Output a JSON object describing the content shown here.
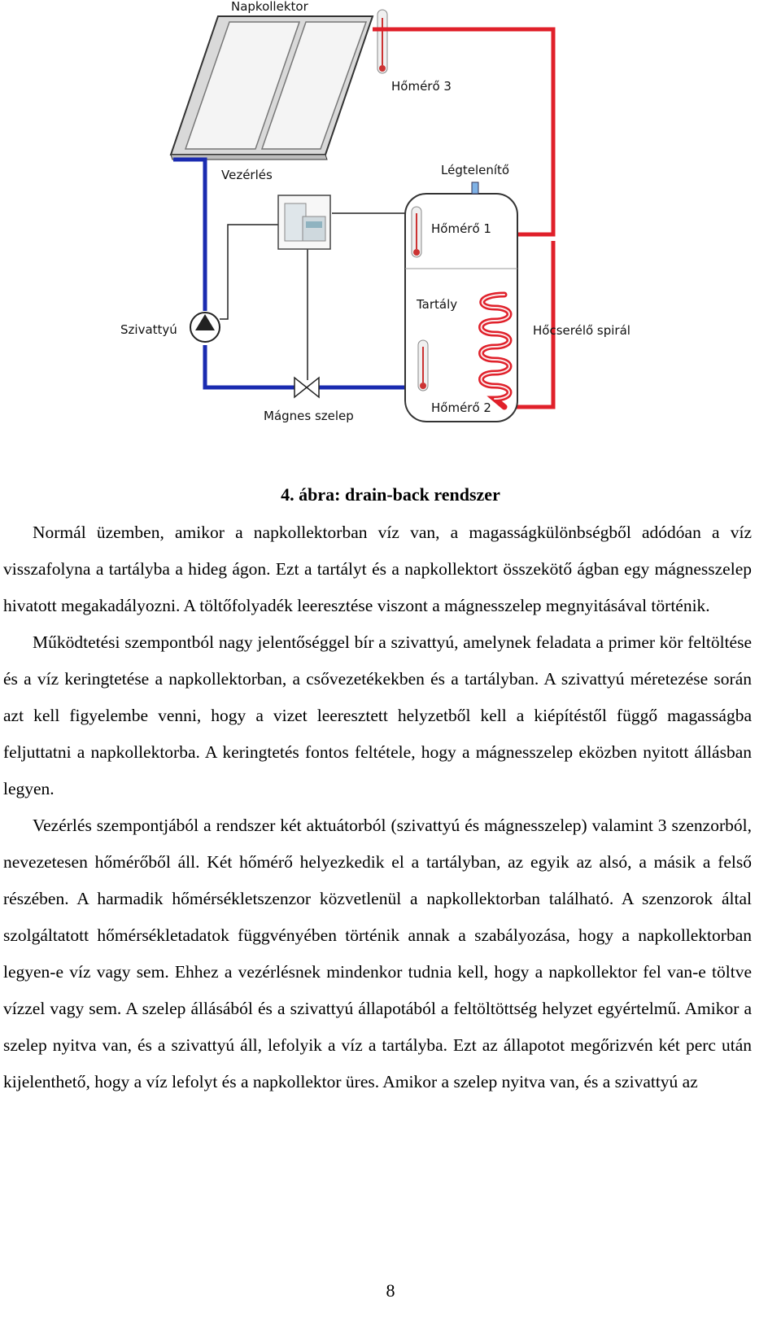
{
  "diagram": {
    "labels": {
      "collector": "Napkollektor",
      "thermometer3": "Hőmérő 3",
      "controller": "Vezérlés",
      "air_vent": "Légtelenítő",
      "thermometer1": "Hőmérő 1",
      "pump": "Szivattyú",
      "tank": "Tartály",
      "heat_coil": "Hőcserélő spirál",
      "thermometer2": "Hőmérő 2",
      "solenoid_valve": "Mágnes szelep"
    },
    "colors": {
      "hot_pipe": "#e0202a",
      "cold_pipe": "#1a2bb0"
    }
  },
  "caption": "4. ábra: drain-back rendszer",
  "paragraphs": [
    "Normál üzemben, amikor a napkollektorban víz van, a magasságkülönbségből adódóan a víz visszafolyna a tartályba a hideg ágon. Ezt a tartályt és a napkollektort összekötő ágban egy mágnesszelep hivatott megakadályozni. A töltőfolyadék leeresztése viszont a mágnesszelep megnyitásával történik.",
    "Működtetési szempontból nagy jelentőséggel bír a szivattyú, amelynek feladata a primer kör feltöltése és a víz keringtetése a napkollektorban, a csővezetékekben és a tartályban. A szivattyú méretezése során azt kell figyelembe venni, hogy a vizet leeresztett helyzetből kell a kiépítéstől függő magasságba feljuttatni a napkollektorba. A keringtetés fontos feltétele, hogy a mágnesszelep eközben nyitott állásban legyen.",
    "Vezérlés szempontjából a rendszer két aktuátorból (szivattyú és mágnesszelep) valamint 3 szenzorból, nevezetesen hőmérőből áll. Két hőmérő helyezkedik el a tartályban, az egyik az alsó, a másik a felső részében. A harmadik hőmérsékletszenzor közvetlenül a napkollektorban található. A szenzorok által szolgáltatott hőmérsékletadatok függvényében történik annak a szabályozása, hogy a napkollektorban legyen-e víz vagy sem. Ehhez a vezérlésnek mindenkor tudnia kell, hogy a napkollektor fel van-e töltve vízzel vagy sem. A szelep állásából és a szivattyú állapotából a feltöltöttség helyzet egyértelmű. Amikor a szelep nyitva van, és a szivattyú áll, lefolyik a víz a tartályba. Ezt az állapotot megőrizvén két perc után kijelenthető, hogy a víz lefolyt és a napkollektor üres. Amikor a szelep nyitva van, és a szivattyú az"
  ],
  "page_number": "8"
}
